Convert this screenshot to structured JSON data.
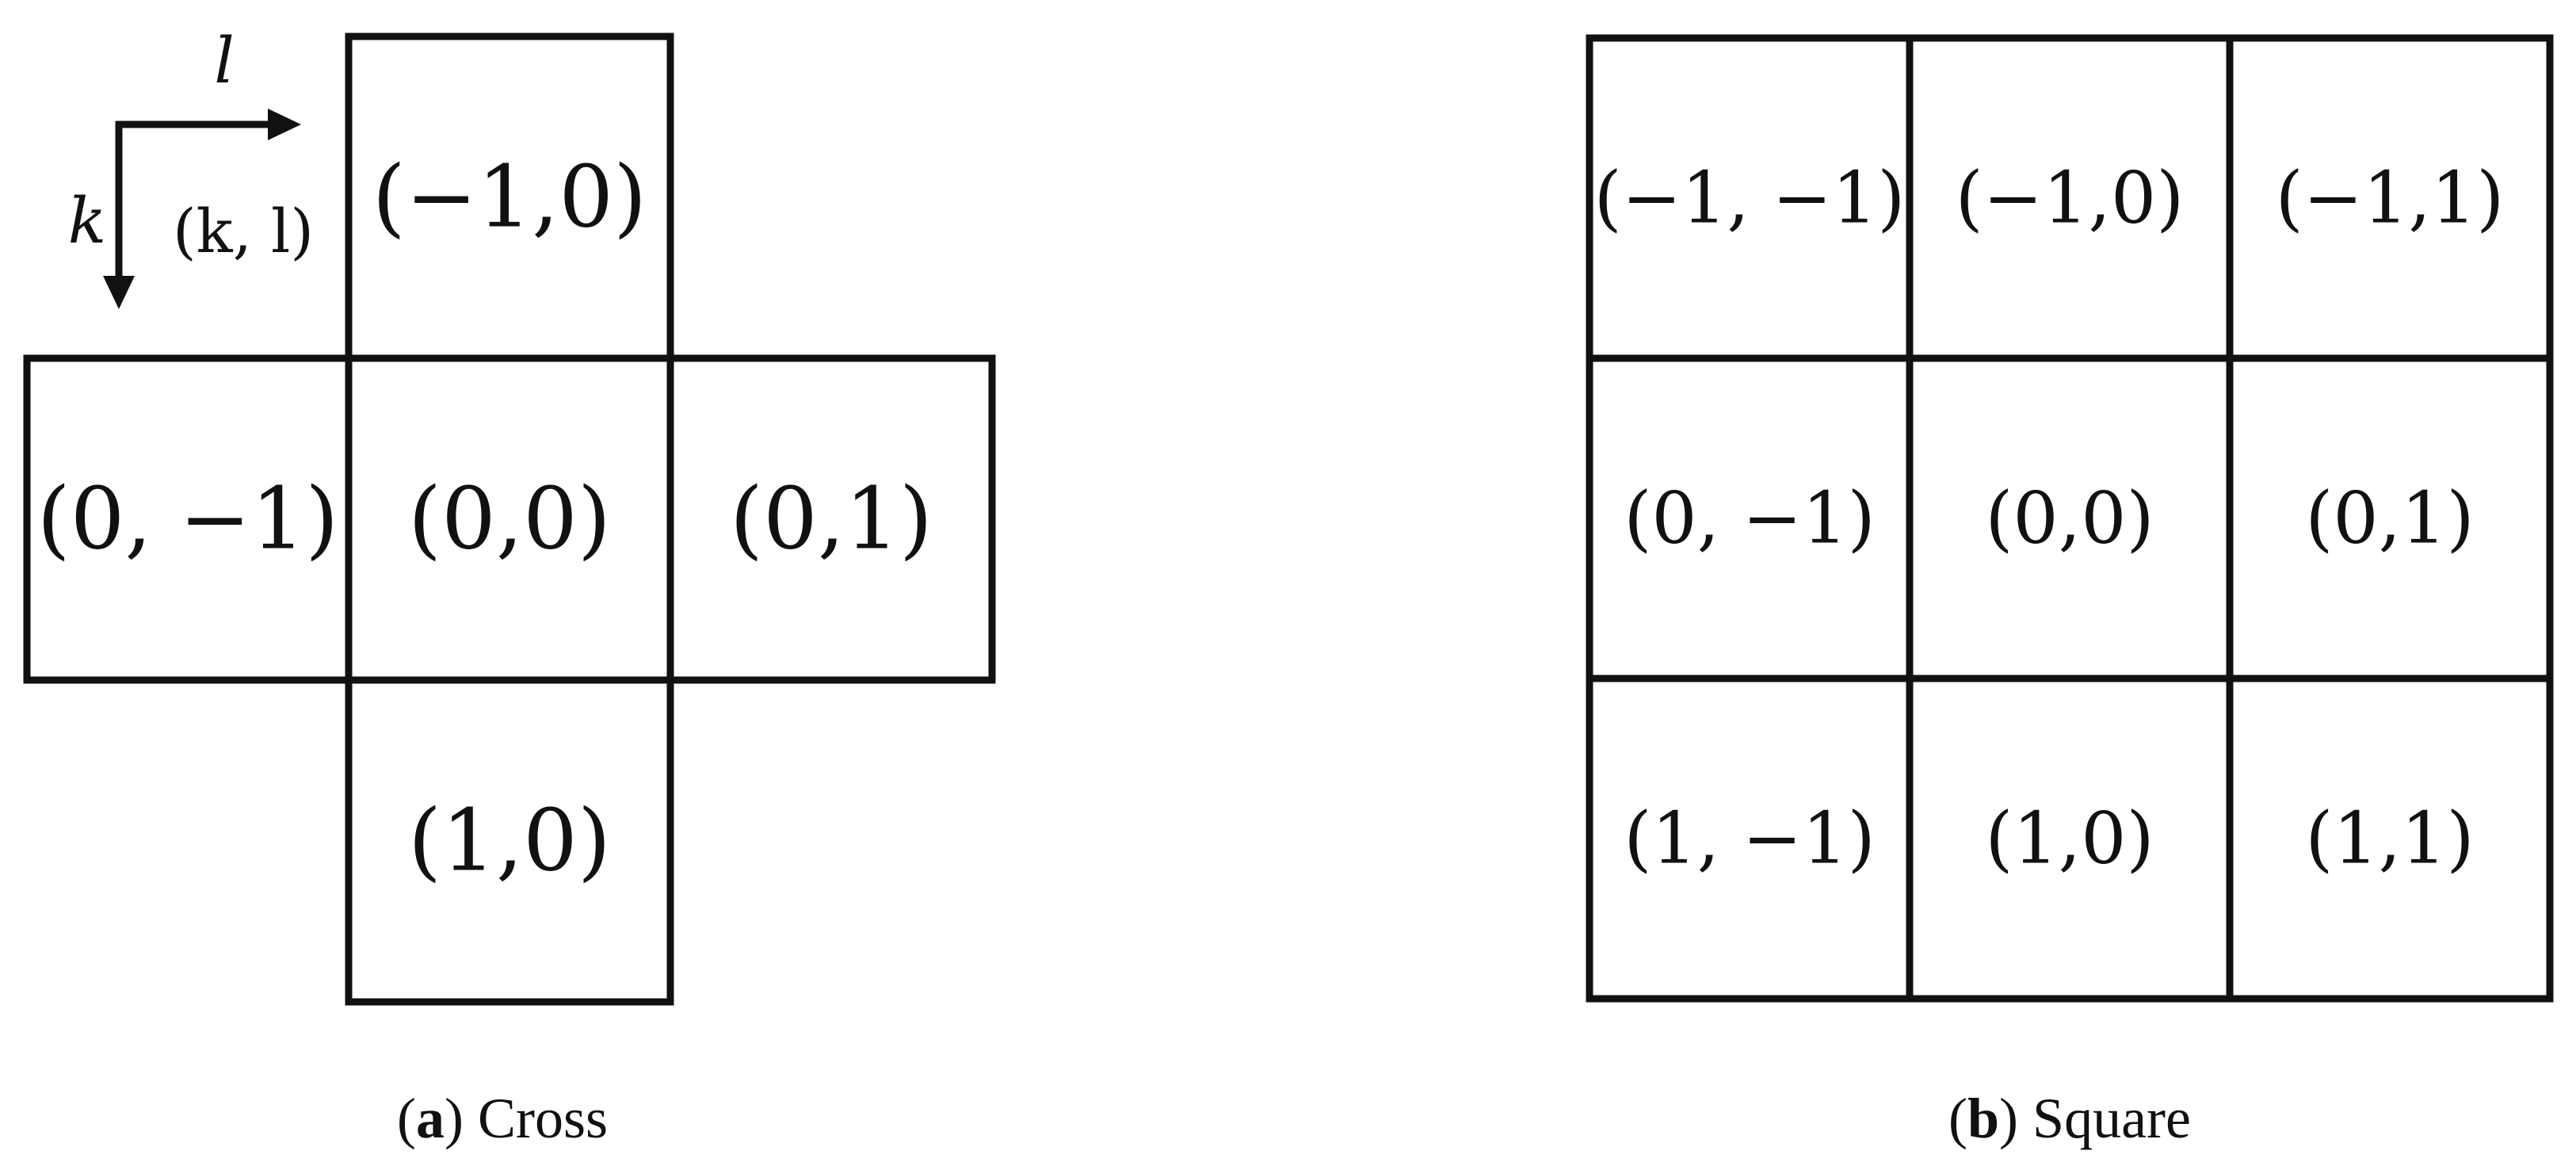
{
  "cross": {
    "cells": [
      {
        "k": -1,
        "l": 0,
        "label": "(−1,0)"
      },
      {
        "k": 0,
        "l": -1,
        "label": "(0, −1)"
      },
      {
        "k": 0,
        "l": 0,
        "label": "(0,0)"
      },
      {
        "k": 0,
        "l": 1,
        "label": "(0,1)"
      },
      {
        "k": 1,
        "l": 0,
        "label": "(1,0)"
      }
    ],
    "axes": {
      "row_label": "k",
      "col_label": "l",
      "coord_label": "(k, l)"
    },
    "caption": {
      "letter": "a",
      "open": "(",
      "close": ")",
      "title": " Cross"
    }
  },
  "square": {
    "cells": [
      {
        "k": -1,
        "l": -1,
        "label": "(−1, −1)"
      },
      {
        "k": -1,
        "l": 0,
        "label": "(−1,0)"
      },
      {
        "k": -1,
        "l": 1,
        "label": "(−1,1)"
      },
      {
        "k": 0,
        "l": -1,
        "label": "(0, −1)"
      },
      {
        "k": 0,
        "l": 0,
        "label": "(0,0)"
      },
      {
        "k": 0,
        "l": 1,
        "label": "(0,1)"
      },
      {
        "k": 1,
        "l": -1,
        "label": "(1, −1)"
      },
      {
        "k": 1,
        "l": 0,
        "label": "(1,0)"
      },
      {
        "k": 1,
        "l": 1,
        "label": "(1,1)"
      }
    ],
    "caption": {
      "letter": "b",
      "open": "(",
      "close": ")",
      "title": " Square"
    }
  }
}
